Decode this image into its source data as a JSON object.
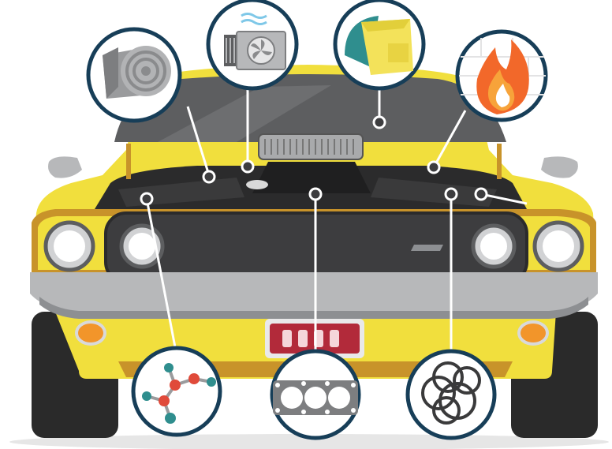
{
  "illustration": {
    "subject": "car-front-engine-bay",
    "colors": {
      "body_yellow": "#f1df3d",
      "body_shadow": "#d8c52c",
      "trim_gold": "#c8932a",
      "bumper_silver": "#b7b8ba",
      "bumper_dark": "#8d8f92",
      "grille": "#3d3d3f",
      "engine_dark": "#2b2b2c",
      "tire": "#2a2a2a",
      "windshield": "#5d5e60",
      "plate_red": "#b22a3a",
      "indicator_orange": "#f2952a",
      "callout_ring": "#173e58",
      "callout_fill": "#ffffff",
      "connector_line": "#ffffff"
    },
    "license_plate_glyphs": "⊓⊓⊓⊓",
    "callouts": [
      {
        "id": "insulation-roll",
        "icon": "insulation-roll-icon"
      },
      {
        "id": "ac-condenser",
        "icon": "radiator-fan-icon"
      },
      {
        "id": "hood-foam",
        "icon": "foam-block-icon"
      },
      {
        "id": "fire-resistant",
        "icon": "flame-icon"
      },
      {
        "id": "molecule",
        "icon": "molecule-icon"
      },
      {
        "id": "gasket",
        "icon": "gasket-icon"
      },
      {
        "id": "o-rings",
        "icon": "o-rings-icon"
      }
    ]
  }
}
